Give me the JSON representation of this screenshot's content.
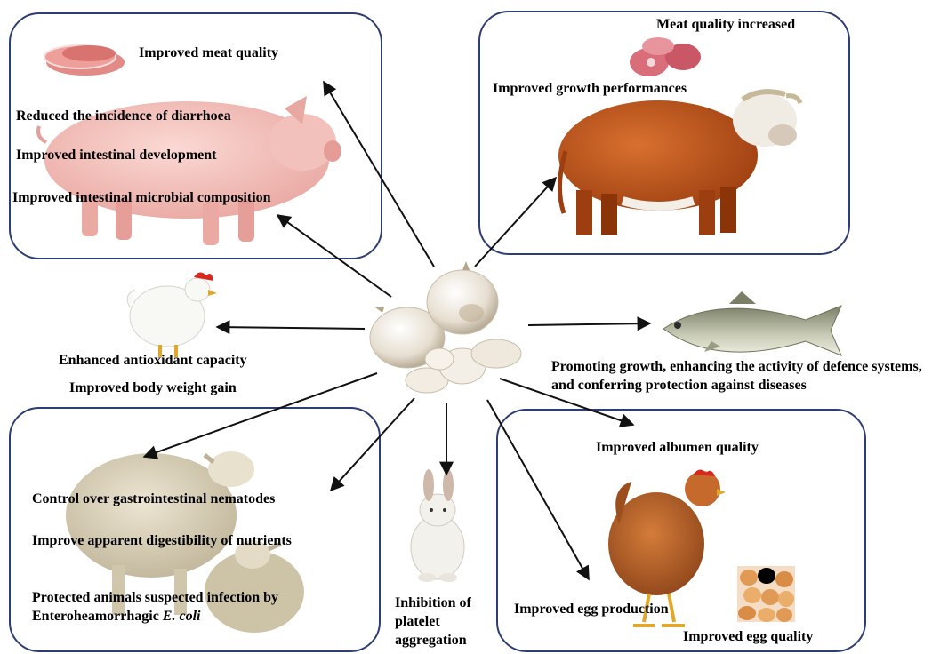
{
  "panels": {
    "pig": {
      "labels": [
        "Improved  meat quality",
        "Reduced the incidence of diarrhoea",
        "Improved  intestinal development",
        "Improved  intestinal microbial  composition"
      ]
    },
    "cattle": {
      "labels": [
        "Meat quality increased",
        "Improved  growth performances"
      ]
    },
    "sheep": {
      "labels": [
        "Control over gastrointestinal nematodes",
        "Improve  apparent digestibility of nutrients"
      ],
      "infection_prefix": "Protected animals suspected infection by Enteroheamorrhagic ",
      "infection_italic": "E. coli"
    },
    "layer": {
      "labels": [
        "Improved  albumen quality",
        "Improved  egg production",
        "Improved  egg quality"
      ]
    }
  },
  "broiler": {
    "labels": [
      "Enhanced  antioxidant capacity",
      "Improved  body weight gain"
    ]
  },
  "fish": {
    "label": "Promoting growth, enhancing the activity of defence systems, and conferring protection against diseases"
  },
  "rabbit": {
    "label": "Inhibition of platelet aggregation"
  },
  "colors": {
    "panel_border": "#2e3d73",
    "arrow": "#111111",
    "pig": "#f2b7b3",
    "cattle": "#c2561a",
    "garlic": "#ece6dc",
    "sheep": "#d9d1bc",
    "hen": "#b5622a",
    "eggs": "#e5a55f",
    "fish": "#a8ab8f",
    "meat": "#e28a86"
  }
}
